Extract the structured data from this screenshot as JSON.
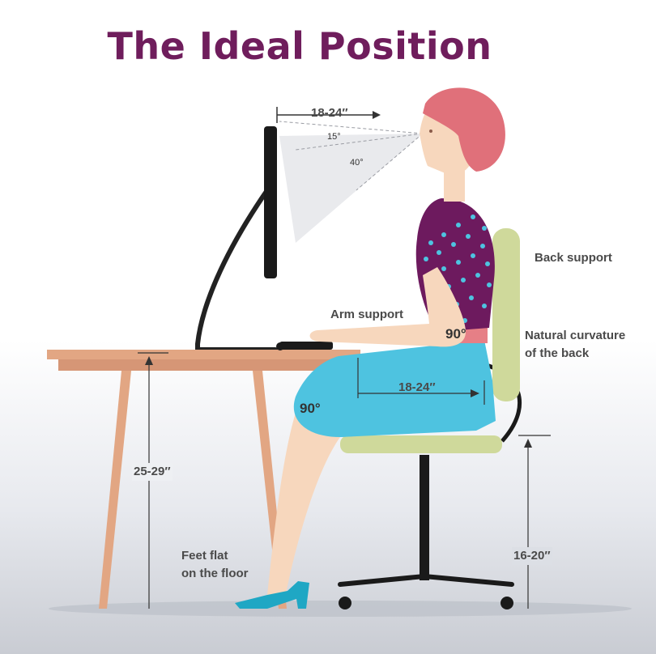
{
  "title": "The Ideal Position",
  "labels": {
    "monitor_distance": "18-24″",
    "angle_top": "15°",
    "angle_bottom": "40°",
    "back_support": "Back support",
    "arm_support": "Arm support",
    "elbow_angle": "90°",
    "curvature_line1": "Natural curvature",
    "curvature_line2": "of the back",
    "seat_depth": "18-24″",
    "knee_angle": "90°",
    "desk_height": "25-29″",
    "feet_line1": "Feet flat",
    "feet_line2": "on the floor",
    "seat_height": "16-20″"
  },
  "colors": {
    "title": "#6f1d5c",
    "desk": "#e2a683",
    "chair": "#cfd99b",
    "skin": "#f7d7bd",
    "hair": "#e0707a",
    "top": "#6d1a5e",
    "skirt": "#4ec3e0",
    "shoes": "#1fa7c4"
  }
}
